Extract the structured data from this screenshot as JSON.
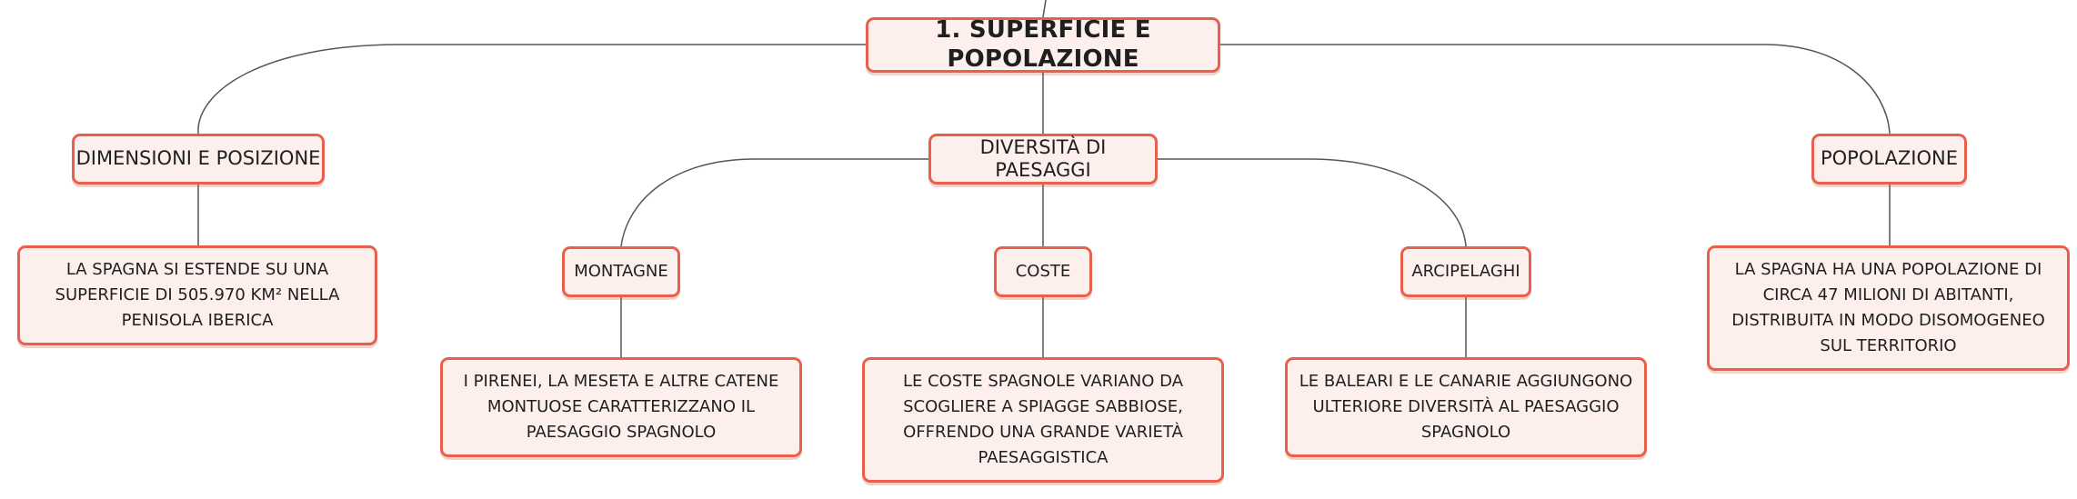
{
  "mindmap": {
    "root": {
      "label": "1. SUPERFICIE E POPOLAZIONE"
    },
    "branches": {
      "dimensioni": {
        "label": "DIMENSIONI E POSIZIONE",
        "note": "LA SPAGNA SI ESTENDE SU UNA SUPERFICIE DI 505.970 KM² NELLA PENISOLA IBERICA"
      },
      "paesaggi": {
        "label": "DIVERSITÀ DI PAESAGGI",
        "montagne": {
          "label": "MONTAGNE",
          "note": "I PIRENEI, LA MESETA E ALTRE CATENE MONTUOSE CARATTERIZZANO IL PAESAGGIO SPAGNOLO"
        },
        "coste": {
          "label": "COSTE",
          "note": "LE COSTE SPAGNOLE VARIANO DA SCOGLIERE A SPIAGGE SABBIOSE, OFFRENDO UNA GRANDE VARIETÀ PAESAGGISTICA"
        },
        "arcipelaghi": {
          "label": "ARCIPELAGHI",
          "note": "LE BALEARI E LE CANARIE AGGIUNGONO ULTERIORE DIVERSITÀ AL PAESAGGIO SPAGNOLO"
        }
      },
      "popolazione": {
        "label": "POPOLAZIONE",
        "note": "LA SPAGNA HA UNA POPOLAZIONE DI CIRCA 47 MILIONI DI ABITANTI, DISTRIBUITA IN MODO DISOMOGENEO SUL TERRITORIO"
      }
    }
  },
  "colors": {
    "node_border": "#e8604b",
    "node_fill": "#fdf0ec",
    "connector": "#555555"
  }
}
